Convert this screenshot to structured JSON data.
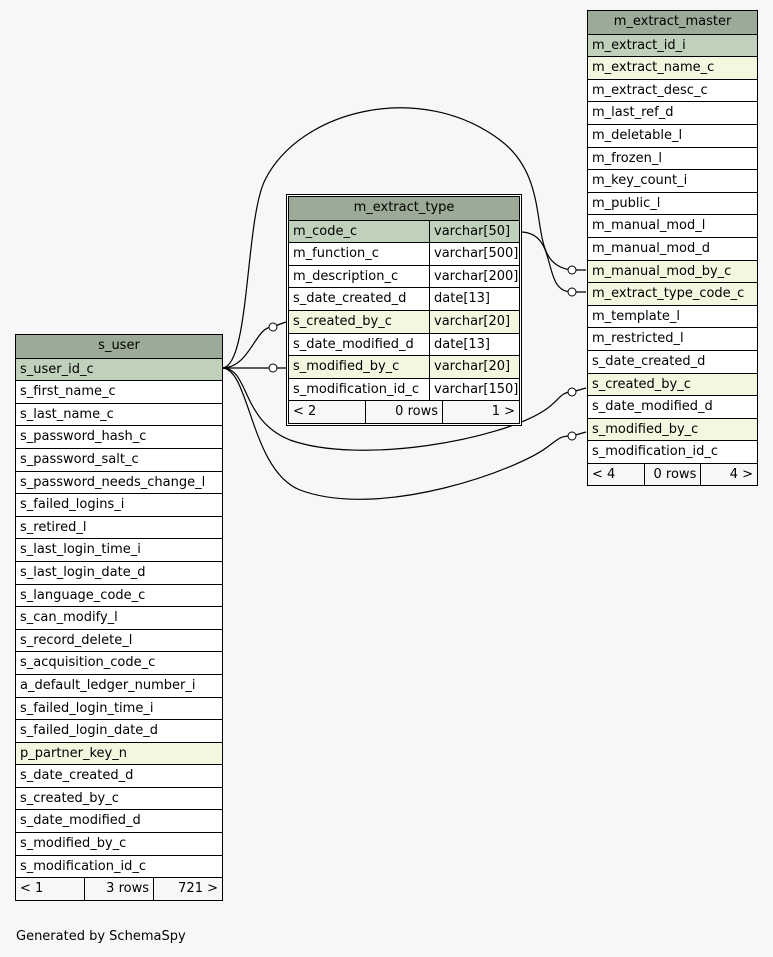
{
  "footer_text": "Generated by SchemaSpy",
  "colors": {
    "header": "#9cab97",
    "primary_key": "#bfd1bb",
    "foreign_key": "#f4f7df",
    "background": "#f7f7f7"
  },
  "tables": {
    "s_user": {
      "title": "s_user",
      "columns": [
        {
          "name": "s_user_id_c",
          "kind": "pk"
        },
        {
          "name": "s_first_name_c",
          "kind": ""
        },
        {
          "name": "s_last_name_c",
          "kind": ""
        },
        {
          "name": "s_password_hash_c",
          "kind": ""
        },
        {
          "name": "s_password_salt_c",
          "kind": ""
        },
        {
          "name": "s_password_needs_change_l",
          "kind": ""
        },
        {
          "name": "s_failed_logins_i",
          "kind": ""
        },
        {
          "name": "s_retired_l",
          "kind": ""
        },
        {
          "name": "s_last_login_time_i",
          "kind": ""
        },
        {
          "name": "s_last_login_date_d",
          "kind": ""
        },
        {
          "name": "s_language_code_c",
          "kind": ""
        },
        {
          "name": "s_can_modify_l",
          "kind": ""
        },
        {
          "name": "s_record_delete_l",
          "kind": ""
        },
        {
          "name": "s_acquisition_code_c",
          "kind": ""
        },
        {
          "name": "a_default_ledger_number_i",
          "kind": ""
        },
        {
          "name": "s_failed_login_time_i",
          "kind": ""
        },
        {
          "name": "s_failed_login_date_d",
          "kind": ""
        },
        {
          "name": "p_partner_key_n",
          "kind": "fk"
        },
        {
          "name": "s_date_created_d",
          "kind": ""
        },
        {
          "name": "s_created_by_c",
          "kind": ""
        },
        {
          "name": "s_date_modified_d",
          "kind": ""
        },
        {
          "name": "s_modified_by_c",
          "kind": ""
        },
        {
          "name": "s_modification_id_c",
          "kind": ""
        }
      ],
      "footer": {
        "parents": "< 1",
        "rows": "3 rows",
        "children": "721 >"
      }
    },
    "m_extract_type": {
      "title": "m_extract_type",
      "columns": [
        {
          "name": "m_code_c",
          "type": "varchar[50]",
          "kind": "pk"
        },
        {
          "name": "m_function_c",
          "type": "varchar[500]",
          "kind": ""
        },
        {
          "name": "m_description_c",
          "type": "varchar[200]",
          "kind": ""
        },
        {
          "name": "s_date_created_d",
          "type": "date[13]",
          "kind": ""
        },
        {
          "name": "s_created_by_c",
          "type": "varchar[20]",
          "kind": "fk"
        },
        {
          "name": "s_date_modified_d",
          "type": "date[13]",
          "kind": ""
        },
        {
          "name": "s_modified_by_c",
          "type": "varchar[20]",
          "kind": "fk"
        },
        {
          "name": "s_modification_id_c",
          "type": "varchar[150]",
          "kind": ""
        }
      ],
      "footer": {
        "parents": "< 2",
        "rows": "0 rows",
        "children": "1 >"
      }
    },
    "m_extract_master": {
      "title": "m_extract_master",
      "columns": [
        {
          "name": "m_extract_id_i",
          "kind": "pk"
        },
        {
          "name": "m_extract_name_c",
          "kind": "fk"
        },
        {
          "name": "m_extract_desc_c",
          "kind": ""
        },
        {
          "name": "m_last_ref_d",
          "kind": ""
        },
        {
          "name": "m_deletable_l",
          "kind": ""
        },
        {
          "name": "m_frozen_l",
          "kind": ""
        },
        {
          "name": "m_key_count_i",
          "kind": ""
        },
        {
          "name": "m_public_l",
          "kind": ""
        },
        {
          "name": "m_manual_mod_l",
          "kind": ""
        },
        {
          "name": "m_manual_mod_d",
          "kind": ""
        },
        {
          "name": "m_manual_mod_by_c",
          "kind": "fk"
        },
        {
          "name": "m_extract_type_code_c",
          "kind": "fk"
        },
        {
          "name": "m_template_l",
          "kind": ""
        },
        {
          "name": "m_restricted_l",
          "kind": ""
        },
        {
          "name": "s_date_created_d",
          "kind": ""
        },
        {
          "name": "s_created_by_c",
          "kind": "fk"
        },
        {
          "name": "s_date_modified_d",
          "kind": ""
        },
        {
          "name": "s_modified_by_c",
          "kind": "fk"
        },
        {
          "name": "s_modification_id_c",
          "kind": ""
        }
      ],
      "footer": {
        "parents": "< 4",
        "rows": "0 rows",
        "children": "4 >"
      }
    }
  }
}
